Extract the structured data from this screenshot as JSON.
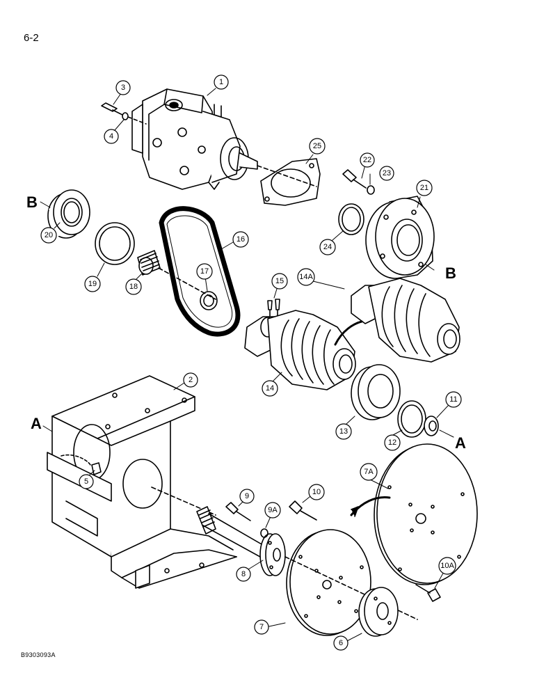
{
  "page_number": "6-2",
  "figure_code": "B9303093A",
  "callouts": [
    "1",
    "2",
    "3",
    "4",
    "5",
    "6",
    "7",
    "7A",
    "8",
    "9",
    "9A",
    "10",
    "10A",
    "11",
    "12",
    "13",
    "14",
    "14A",
    "15",
    "16",
    "17",
    "18",
    "19",
    "20",
    "21",
    "22",
    "23",
    "24",
    "25"
  ],
  "reference_letters": [
    "A",
    "A",
    "B",
    "B"
  ]
}
